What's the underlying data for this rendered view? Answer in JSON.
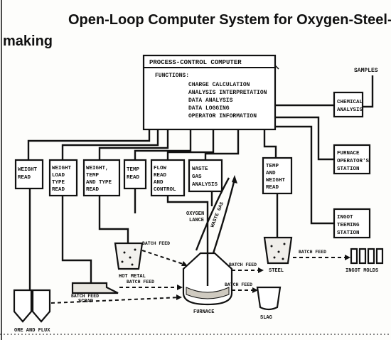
{
  "title": {
    "line1": "Open-Loop Computer System for Oxygen-Steel-",
    "line2": "making"
  },
  "computer": {
    "heading": "PROCESS-CONTROL COMPUTER",
    "functions_label": "FUNCTIONS:",
    "functions": [
      "CHARGE CALCULATION",
      "ANALYSIS INTERPRETATION",
      "DATA ANALYSIS",
      "DATA LOGGING",
      "OPERATOR INFORMATION"
    ]
  },
  "boxes": {
    "samples": "SAMPLES",
    "chemical": [
      "CHEMICAL",
      "ANALYSIS"
    ],
    "furnace_operator": [
      "FURNACE",
      "OPERATOR'S",
      "STATION"
    ],
    "ingot_teeming": [
      "INGOT",
      "TEEMING",
      "STATION"
    ],
    "weight_read": [
      "WEIGHT",
      "READ"
    ],
    "weight_load": [
      "WEIGHT",
      "LOAD",
      "TYPE",
      "READ"
    ],
    "weight_temp": [
      "WEIGHT,",
      "TEMP",
      "AND TYPE",
      "READ"
    ],
    "temp_read": [
      "TEMP",
      "READ"
    ],
    "flow": [
      "FLOW",
      "READ",
      "AND",
      "CONTROL"
    ],
    "waste_gas": [
      "WASTE",
      "GAS",
      "ANALYSIS"
    ],
    "temp_wt": [
      "TEMP",
      "AND",
      "WEIGHT",
      "READ"
    ]
  },
  "labels": {
    "oxygen_lance": [
      "OXYGEN",
      "LANCE"
    ],
    "waste_gas_flow": "WASTE GAS",
    "hot_metal": "HOT METAL",
    "scrap": "SCRAP",
    "ore_flux": "ORE AND FLUX",
    "furnace": "FURNACE",
    "steel": "STEEL",
    "slag": "SLAG",
    "ingot_molds": "INGOT MOLDS",
    "batch_feed": "BATCH FEED"
  }
}
